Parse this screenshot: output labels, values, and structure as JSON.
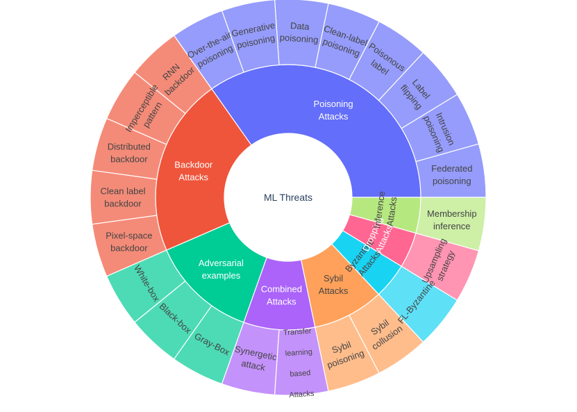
{
  "chart_data": {
    "type": "sunburst",
    "root": "ML Threats",
    "categories": [
      {
        "name": "Poisoning Attacks",
        "color": "#636efa",
        "children_color": "#959cfb",
        "children": [
          "Federated poisoning",
          "Intrusion poisoning",
          "Label flipping",
          "Poisonous label",
          "Clean-label poisoning",
          "Data poisoning",
          "Generative poisoning",
          "Over-the-air poisoning"
        ]
      },
      {
        "name": "Backdoor Attacks",
        "color": "#ef553b",
        "children_color": "#f48b78",
        "children": [
          "RNN backdoor",
          "Imperceptible pattern",
          "Distributed backdoor",
          "Clean label backdoor",
          "Pixel-space backdoor"
        ]
      },
      {
        "name": "Adversarial examples",
        "color": "#00cc96",
        "children_color": "#4ddbb5",
        "children": [
          "White-box",
          "Black-box",
          "Gray-Box"
        ]
      },
      {
        "name": "Combined Attacks",
        "color": "#ab63fa",
        "children_color": "#c492fb",
        "children": [
          "Synergetic attack",
          "Transfer learning based Attacks"
        ]
      },
      {
        "name": "Sybil Attacks",
        "color": "#ffa15a",
        "children_color": "#ffbd8c",
        "children": [
          "Sybil poisoning",
          "Sybil collusion"
        ]
      },
      {
        "name": "Byzantine Attacks",
        "color": "#19d3f3",
        "children_color": "#5ee0f7",
        "children": [
          "FL-Byzantine"
        ]
      },
      {
        "name": "Dropping Attacks",
        "color": "#ff6692",
        "children_color": "#ff94b3",
        "children": [
          "Upsampling strategy"
        ]
      },
      {
        "name": "Inference Attacks",
        "color": "#b6e880",
        "children_color": "#cdefa6",
        "children": [
          "Membership inference"
        ]
      }
    ],
    "label_lines": {
      "ML Threats": [
        "ML Threats"
      ],
      "Poisoning Attacks": [
        "Poisoning",
        "Attacks"
      ],
      "Backdoor Attacks": [
        "Backdoor",
        "Attacks"
      ],
      "Adversarial examples": [
        "Adversarial",
        "examples"
      ],
      "Combined Attacks": [
        "Combined",
        "Attacks"
      ],
      "Sybil Attacks": [
        "Sybil",
        "Attacks"
      ],
      "Byzantine Attacks": [
        "Byzantine",
        "Attacks"
      ],
      "Dropping Attacks": [
        "Dropping",
        "Attacks"
      ],
      "Inference Attacks": [
        "Inference",
        "Attacks"
      ],
      "Federated poisoning": [
        "Federated",
        "poisoning"
      ],
      "Intrusion poisoning": [
        "Intrusion",
        "poisoning"
      ],
      "Label flipping": [
        "Label",
        "flipping"
      ],
      "Poisonous label": [
        "Poisonous",
        "label"
      ],
      "Clean-label poisoning": [
        "Clean-label",
        "poisoning"
      ],
      "Data poisoning": [
        "Data",
        "poisoning"
      ],
      "Generative poisoning": [
        "Generative",
        "poisoning"
      ],
      "Over-the-air poisoning": [
        "Over-the-air",
        "poisoning"
      ],
      "RNN backdoor": [
        "RNN",
        "backdoor"
      ],
      "Imperceptible pattern": [
        "Imperceptible",
        "pattern"
      ],
      "Distributed backdoor": [
        "Distributed",
        "backdoor"
      ],
      "Clean label backdoor": [
        "Clean label",
        "backdoor"
      ],
      "Pixel-space backdoor": [
        "Pixel-space",
        "backdoor"
      ],
      "White-box": [
        "White-box"
      ],
      "Black-box": [
        "Black-box"
      ],
      "Gray-Box": [
        "Gray-Box"
      ],
      "Synergetic attack": [
        "Synergetic",
        "attack"
      ],
      "Transfer learning based Attacks": [
        "Transfer",
        "learning",
        "based",
        "Attacks"
      ],
      "Sybil poisoning": [
        "Sybil",
        "poisoning"
      ],
      "Sybil collusion": [
        "Sybil",
        "collusion"
      ],
      "FL-Byzantine": [
        "FL-Byzantine"
      ],
      "Upsampling strategy": [
        "Upsampling",
        "strategy"
      ],
      "Membership inference": [
        "Membership",
        "inference"
      ]
    }
  }
}
